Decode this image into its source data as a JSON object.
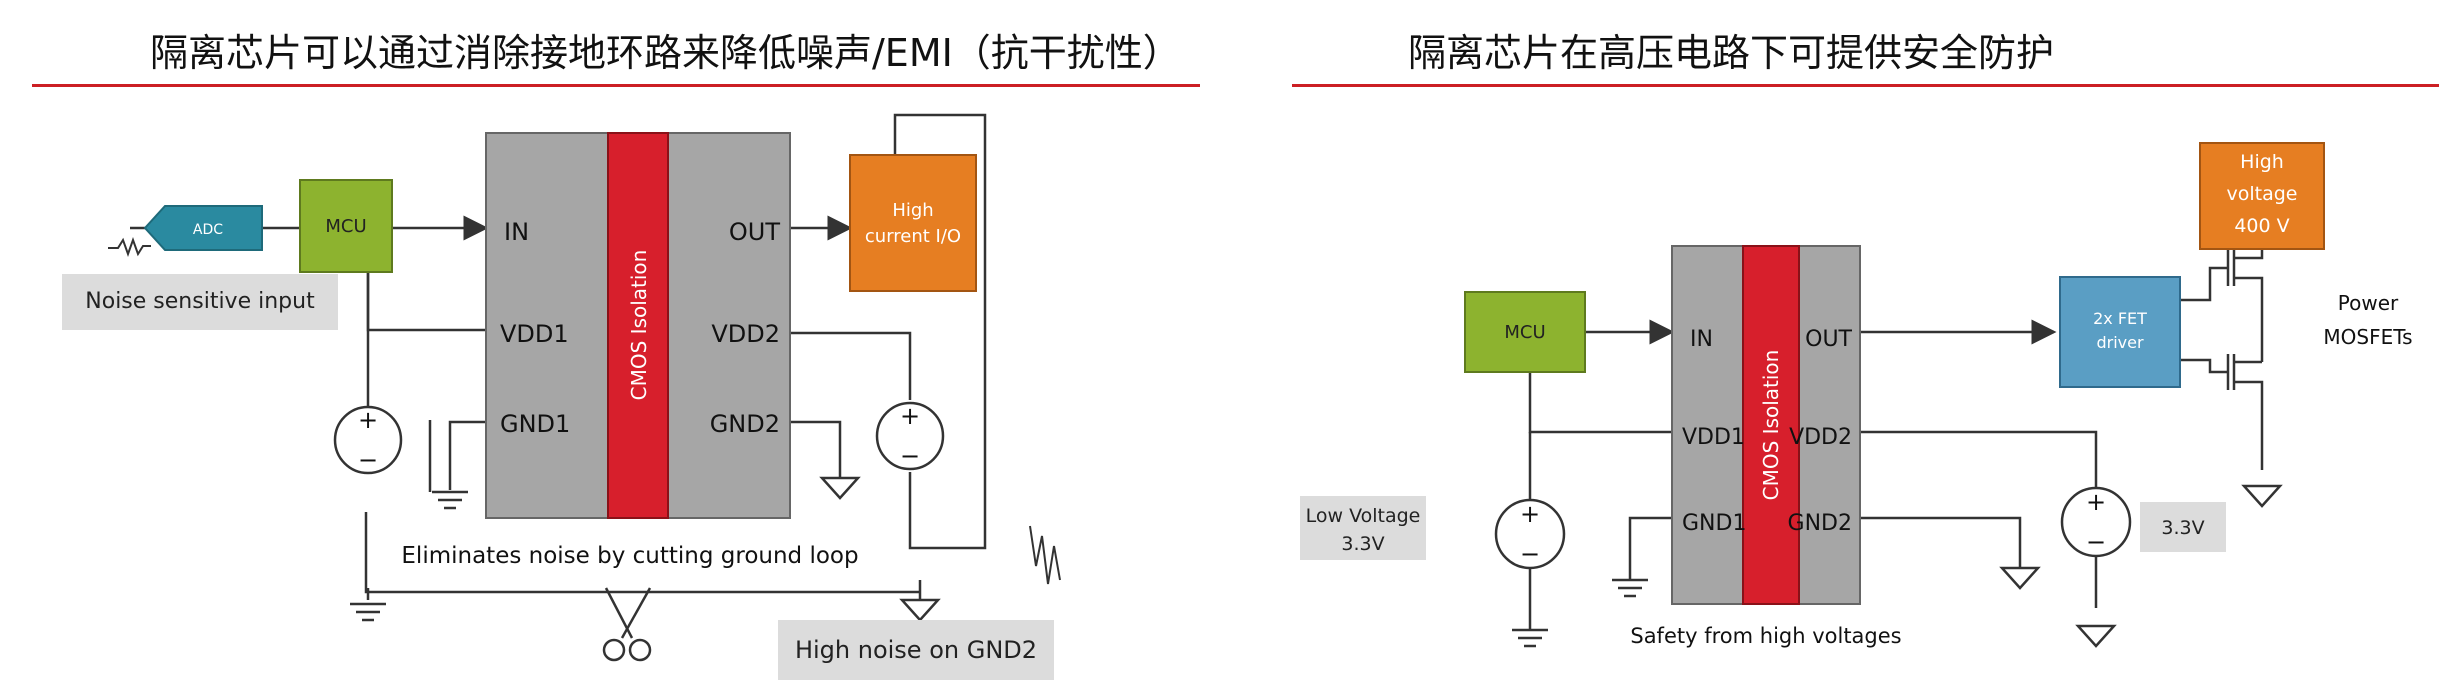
{
  "left": {
    "title": "隔离芯片可以通过消除接地环路来降低噪声/EMI（抗干扰性）",
    "adc": "ADC",
    "mcu": "MCU",
    "noise_input": "Noise sensitive input",
    "pins_left": {
      "in": "IN",
      "vdd": "VDD1",
      "gnd": "GND1"
    },
    "pins_right": {
      "out": "OUT",
      "vdd": "VDD2",
      "gnd": "GND2"
    },
    "isolation": "CMOS Isolation",
    "high_current_1": "High",
    "high_current_2": "current I/O",
    "eliminates": "Eliminates noise by cutting ground loop",
    "high_noise": "High noise on GND2",
    "plus": "+",
    "minus": "−"
  },
  "right": {
    "title": "隔离芯片在高压电路下可提供安全防护",
    "mcu": "MCU",
    "pins_left": {
      "in": "IN",
      "vdd": "VDD1",
      "gnd": "GND1"
    },
    "pins_right": {
      "out": "OUT",
      "vdd": "VDD2",
      "gnd": "GND2"
    },
    "isolation": "CMOS Isolation",
    "fet_1": "2x FET",
    "fet_2": "driver",
    "hv_1": "High",
    "hv_2": "voltage",
    "hv_3": "400 V",
    "mosfet_1": "Power",
    "mosfet_2": "MOSFETs",
    "low_v_1": "Low Voltage",
    "low_v_2": "3.3V",
    "v33": "3.3V",
    "safety": "Safety from high voltages",
    "plus": "+",
    "minus": "−"
  },
  "colors": {
    "title_rule": "#cc1f24",
    "chip_grey": "#a6a6a6",
    "isolation_red": "#d71f2c",
    "mcu_green": "#8db32f",
    "adc_teal": "#2a8aa0",
    "high_orange": "#e67e22",
    "fet_blue": "#5a9ec4",
    "label_grey": "#dcdcdc"
  },
  "icons": [
    "noise-wave-icon",
    "scissors-icon",
    "ground-icon",
    "voltage-source-icon",
    "mosfet-icon"
  ]
}
